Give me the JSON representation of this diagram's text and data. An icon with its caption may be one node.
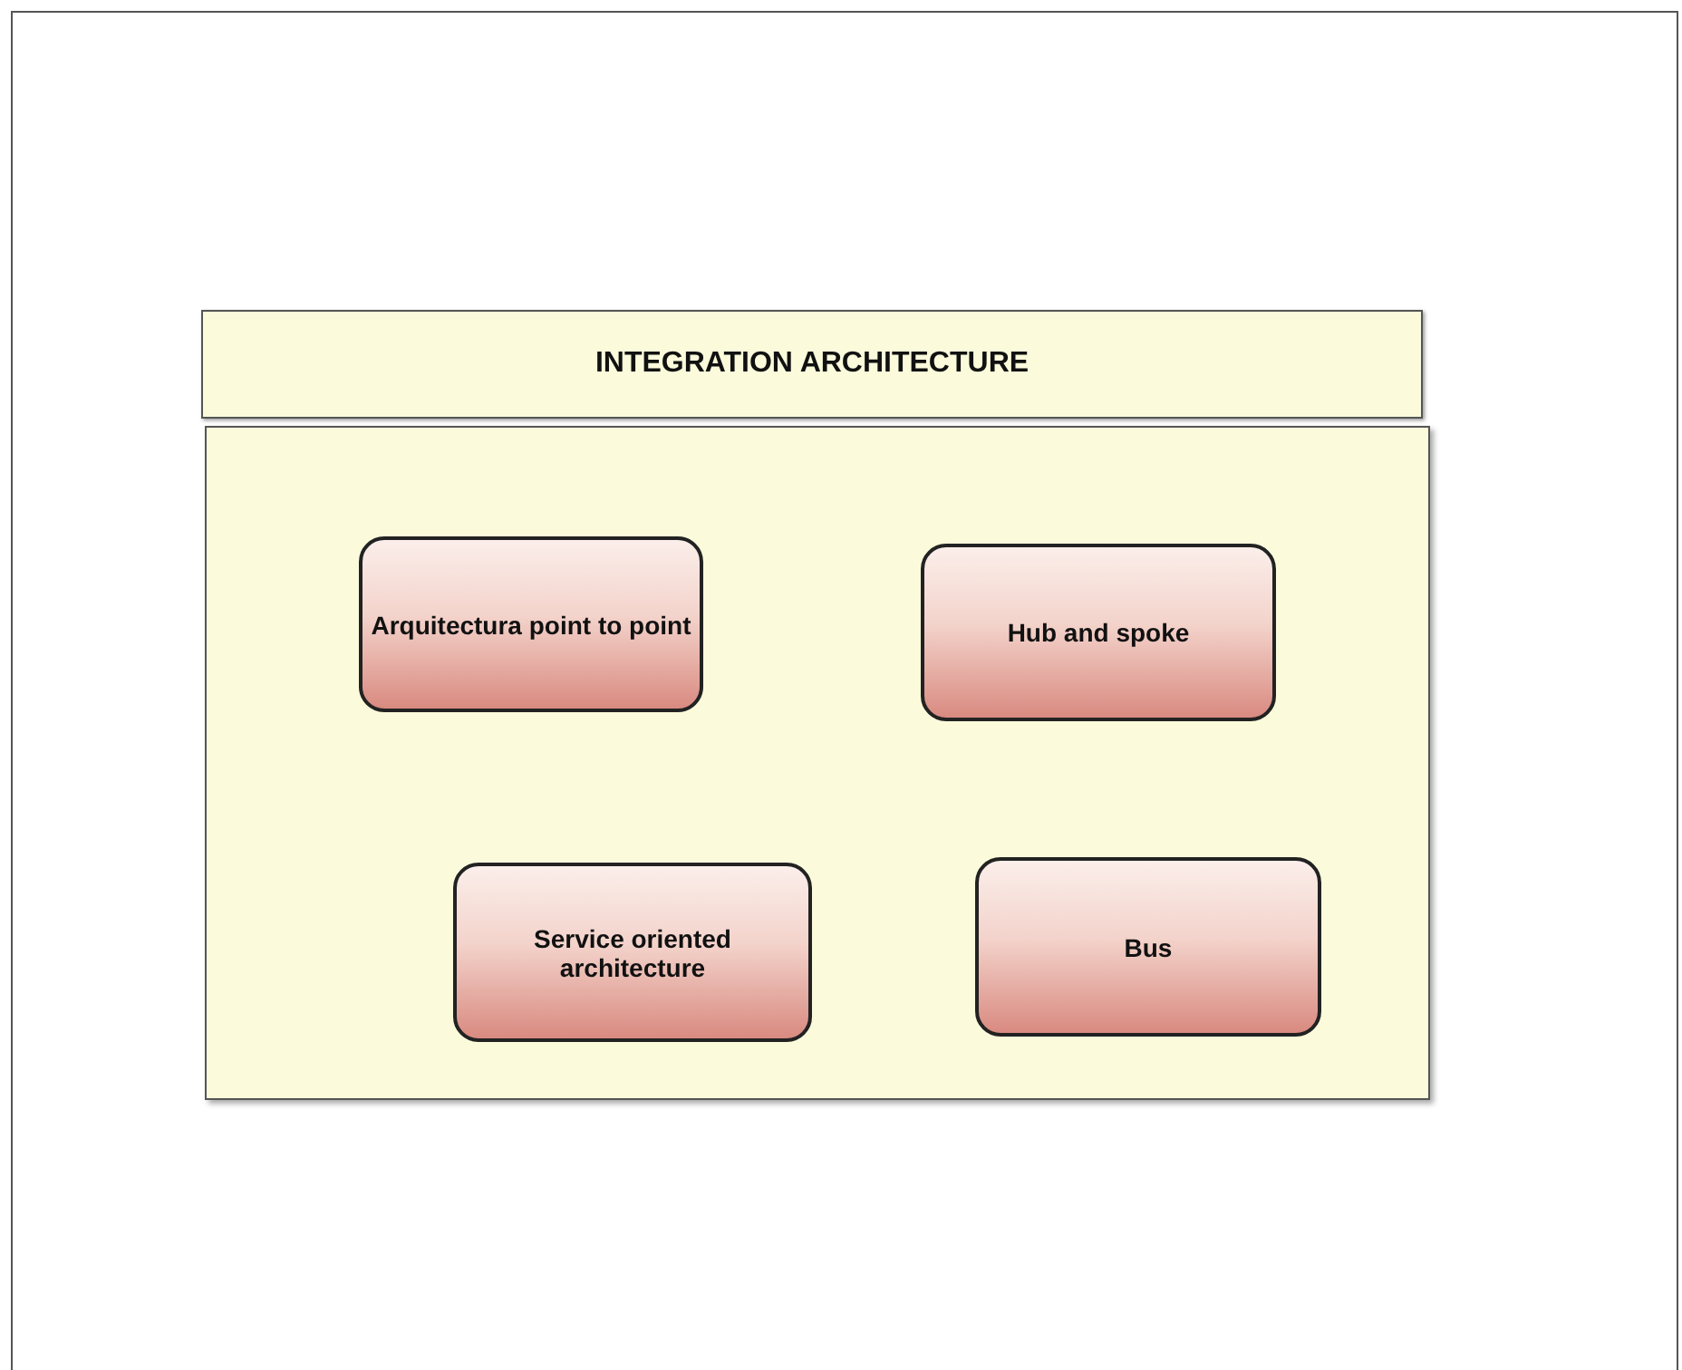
{
  "diagram": {
    "nodes": [
      {
        "text": [
          "INTEGRATION ARCHITECTURE"
        ]
      },
      {
        "text": [],
        "shape": "box"
      },
      {
        "text": [
          "Arquitectura point to point"
        ],
        "in": 1
      },
      {
        "text": [
          "Hub and spoke"
        ],
        "in": 1
      },
      {
        "text": [
          "Service oriented architecture"
        ],
        "in": 1
      },
      {
        "text": [
          "Bus"
        ],
        "in": 1
      }
    ]
  }
}
